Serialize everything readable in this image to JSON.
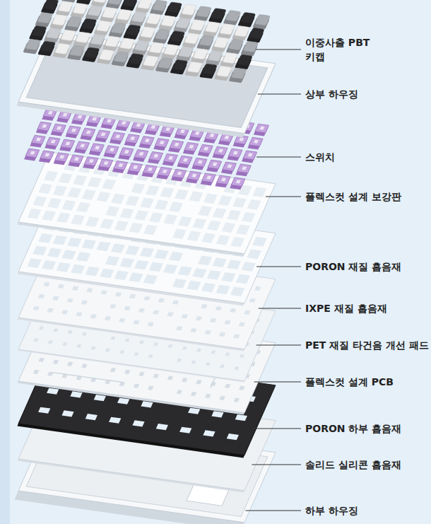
{
  "diagram": {
    "labels": [
      "이중사출 PBT 키캡",
      "상부 하우징",
      "스위치",
      "플렉스컷 설계 보강판",
      "PORON 재질 흡음재",
      "IXPE 재질 흡음재",
      "PET 재질 타건음 개선 패드",
      "플렉스컷 설계 PCB",
      "PORON 하부 흡음재",
      "솔리드 실리콘 흡음재",
      "하부 하우징"
    ]
  }
}
